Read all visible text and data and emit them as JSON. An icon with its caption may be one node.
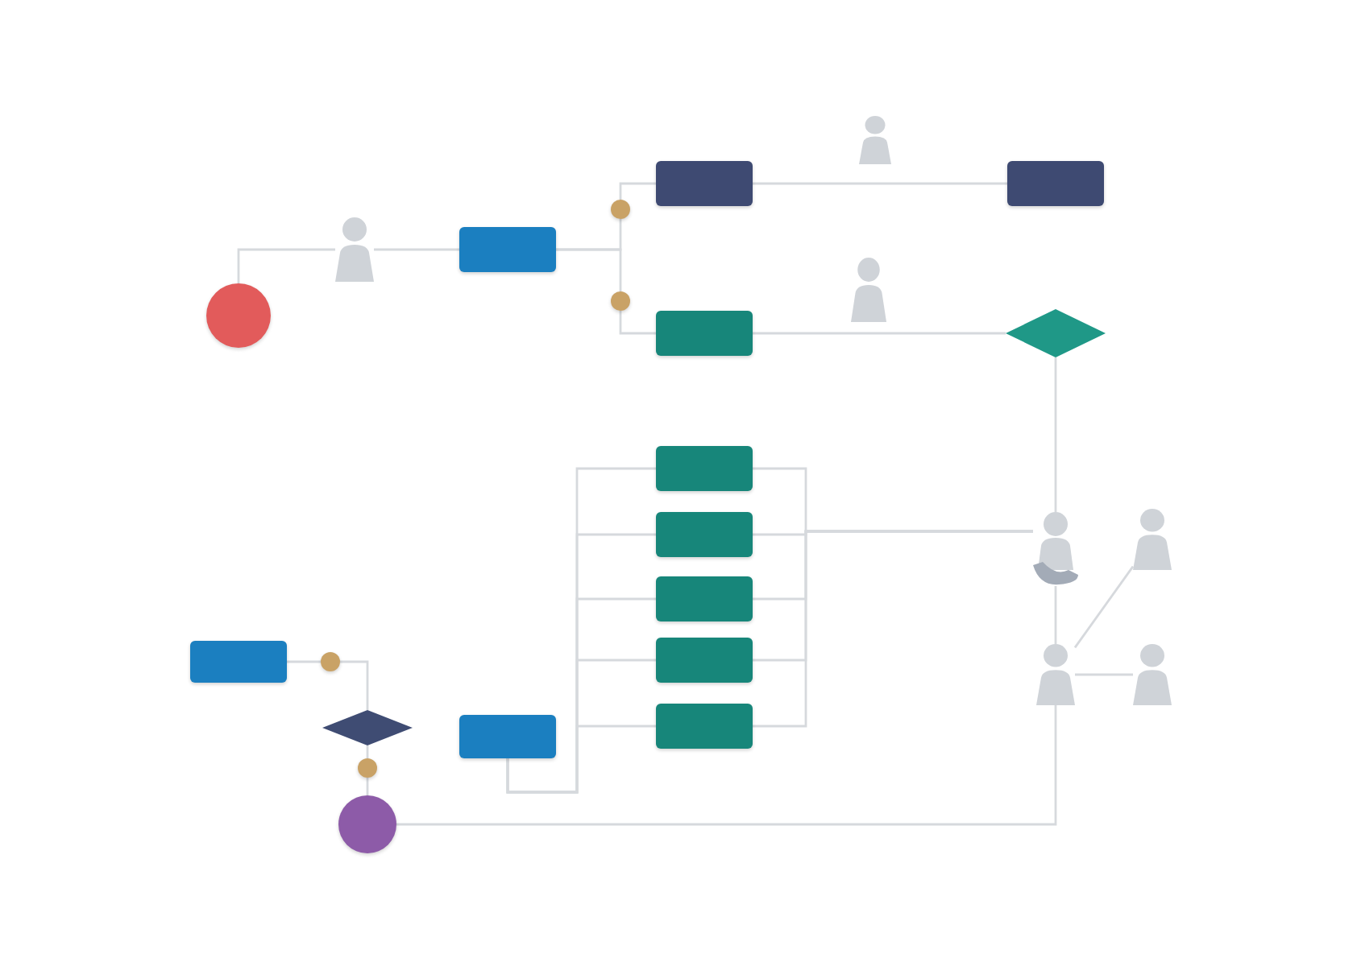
{
  "diagram": {
    "nodes": [
      {
        "text": [],
        "shape": "circle"
      },
      {
        "text": [],
        "shape": "person"
      },
      {
        "text": [],
        "shape": "box"
      },
      {
        "text": [],
        "shape": "circle"
      },
      {
        "text": [],
        "shape": "circle"
      },
      {
        "text": [],
        "shape": "box"
      },
      {
        "text": [],
        "shape": "person"
      },
      {
        "text": [],
        "shape": "box"
      },
      {
        "text": [],
        "shape": "box"
      },
      {
        "text": [],
        "shape": "person"
      },
      {
        "text": [],
        "shape": "diamond"
      },
      {
        "text": [],
        "shape": "box"
      },
      {
        "text": [],
        "shape": "circle"
      },
      {
        "text": [],
        "shape": "diamond"
      },
      {
        "text": [],
        "shape": "circle"
      },
      {
        "text": [],
        "shape": "circle"
      },
      {
        "text": [],
        "shape": "box"
      },
      {
        "text": [],
        "shape": "box"
      },
      {
        "text": [],
        "shape": "box"
      },
      {
        "text": [],
        "shape": "box"
      },
      {
        "text": [],
        "shape": "box"
      },
      {
        "text": [],
        "shape": "box"
      },
      {
        "text": [],
        "shape": "person"
      },
      {
        "text": [],
        "shape": "person"
      },
      {
        "text": [],
        "shape": "person"
      },
      {
        "text": [],
        "shape": "person"
      }
    ],
    "edges": [
      {
        "from": 0,
        "to": 1,
        "arrow": "none"
      },
      {
        "from": 1,
        "to": 2,
        "arrow": "none"
      },
      {
        "from": 2,
        "to": 3,
        "arrow": "none"
      },
      {
        "from": 2,
        "to": 4,
        "arrow": "none"
      },
      {
        "from": 3,
        "to": 5,
        "arrow": "none"
      },
      {
        "from": 4,
        "to": 8,
        "arrow": "none"
      },
      {
        "from": 5,
        "to": 7,
        "arrow": "none"
      },
      {
        "from": 8,
        "to": 10,
        "arrow": "none"
      },
      {
        "from": 10,
        "to": 22,
        "arrow": "none"
      },
      {
        "from": 22,
        "to": 24,
        "arrow": "none"
      },
      {
        "from": 23,
        "to": 24,
        "arrow": "none"
      },
      {
        "from": 24,
        "to": 25,
        "arrow": "none"
      },
      {
        "from": 24,
        "to": 15,
        "arrow": "none"
      },
      {
        "from": 11,
        "to": 12,
        "arrow": "none"
      },
      {
        "from": 12,
        "to": 13,
        "arrow": "none"
      },
      {
        "from": 13,
        "to": 14,
        "arrow": "none"
      },
      {
        "from": 14,
        "to": 15,
        "arrow": "none"
      },
      {
        "from": 16,
        "to": 17,
        "arrow": "none"
      },
      {
        "from": 16,
        "to": 18,
        "arrow": "none"
      },
      {
        "from": 16,
        "to": 19,
        "arrow": "none"
      },
      {
        "from": 16,
        "to": 20,
        "arrow": "none"
      },
      {
        "from": 16,
        "to": 21,
        "arrow": "none"
      },
      {
        "from": 17,
        "to": 22,
        "arrow": "none"
      },
      {
        "from": 18,
        "to": 22,
        "arrow": "none"
      },
      {
        "from": 19,
        "to": 22,
        "arrow": "none"
      },
      {
        "from": 20,
        "to": 22,
        "arrow": "none"
      },
      {
        "from": 21,
        "to": 22,
        "arrow": "none"
      }
    ]
  }
}
